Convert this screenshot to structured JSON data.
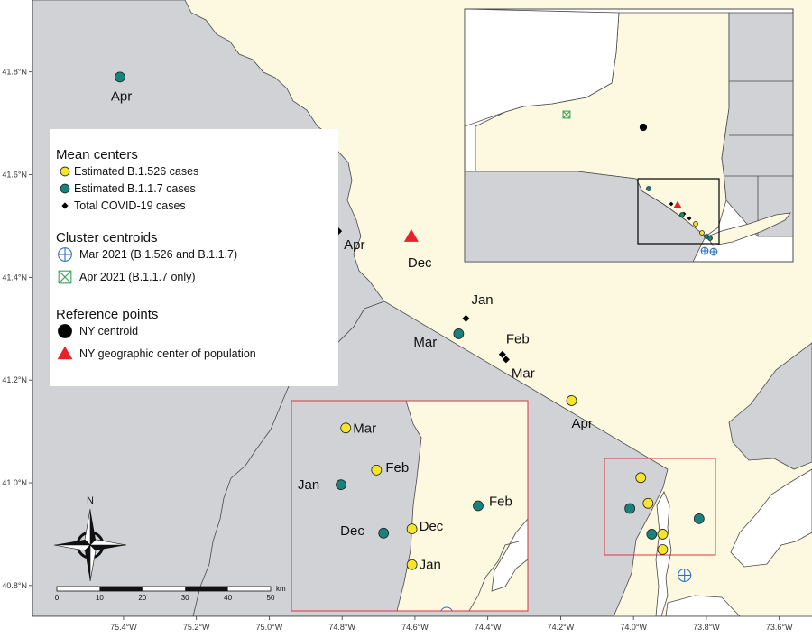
{
  "map": {
    "lon_range": [
      -75.65,
      -73.51
    ],
    "lat_range": [
      40.74,
      41.94
    ],
    "lat_ticks": [
      "41.8°N",
      "41.6°N",
      "41.4°N",
      "41.2°N",
      "41.0°N",
      "40.8°N"
    ],
    "lon_ticks": [
      "75.4°W",
      "75.2°W",
      "75.0°W",
      "74.8°W",
      "74.6°W",
      "74.4°W",
      "74.2°W",
      "74.0°W",
      "73.8°W",
      "73.6°W"
    ],
    "colors": {
      "ny_land": "#fdf9e0",
      "other_land": "#d1d2d6",
      "outline": "#4a4a4a",
      "b1526": "#f6e52a",
      "b117": "#17837c",
      "total": "#000000",
      "cluster_mar": "#2f71c2",
      "cluster_apr": "#3aa35c",
      "ny_centroid": "#000000",
      "pop_center": "#e8222a",
      "zoom_box": "#d9363e"
    }
  },
  "points": [
    {
      "series": "b117",
      "lon": -75.41,
      "lat": 41.79,
      "label": "Apr"
    },
    {
      "series": "total",
      "lon": -74.81,
      "lat": 41.49,
      "label": "Apr"
    },
    {
      "series": "total",
      "lon": -74.61,
      "lat": 41.48,
      "label": "Dec"
    },
    {
      "series": "popcenter",
      "lon": -74.61,
      "lat": 41.48,
      "label": ""
    },
    {
      "series": "total",
      "lon": -74.46,
      "lat": 41.32,
      "label": "Jan"
    },
    {
      "series": "b117",
      "lon": -74.48,
      "lat": 41.29,
      "label": "Mar"
    },
    {
      "series": "total",
      "lon": -74.36,
      "lat": 41.25,
      "label": "Feb"
    },
    {
      "series": "total",
      "lon": -74.35,
      "lat": 41.24,
      "label": "Mar"
    },
    {
      "series": "b1526",
      "lon": -74.17,
      "lat": 41.16,
      "label": "Apr"
    },
    {
      "series": "b1526",
      "lon": -73.98,
      "lat": 41.01,
      "label": ""
    },
    {
      "series": "b1526",
      "lon": -73.96,
      "lat": 40.96,
      "label": ""
    },
    {
      "series": "b117",
      "lon": -74.01,
      "lat": 40.95,
      "label": ""
    },
    {
      "series": "b117",
      "lon": -73.82,
      "lat": 40.93,
      "label": ""
    },
    {
      "series": "b117",
      "lon": -73.95,
      "lat": 40.9,
      "label": ""
    },
    {
      "series": "b1526",
      "lon": -73.92,
      "lat": 40.9,
      "label": ""
    },
    {
      "series": "b1526",
      "lon": -73.92,
      "lat": 40.87,
      "label": ""
    },
    {
      "series": "cluster_mar",
      "lon": -73.86,
      "lat": 40.82,
      "label": ""
    }
  ],
  "zoom_points": [
    {
      "series": "b1526",
      "fx": 0.23,
      "fy": 0.13,
      "label": "Mar"
    },
    {
      "series": "b117",
      "fx": 0.21,
      "fy": 0.4,
      "label": "Jan"
    },
    {
      "series": "b1526",
      "fx": 0.36,
      "fy": 0.33,
      "label": "Feb"
    },
    {
      "series": "b117",
      "fx": 0.79,
      "fy": 0.5,
      "label": "Feb"
    },
    {
      "series": "b117",
      "fx": 0.39,
      "fy": 0.63,
      "label": "Dec"
    },
    {
      "series": "b1526",
      "fx": 0.51,
      "fy": 0.61,
      "label": "Dec"
    },
    {
      "series": "b1526",
      "fx": 0.51,
      "fy": 0.78,
      "label": "Jan"
    }
  ],
  "legend": {
    "groups": [
      {
        "title": "Mean centers",
        "items": [
          {
            "symbol": "b1526",
            "label": "Estimated B.1.526 cases"
          },
          {
            "symbol": "b117",
            "label": "Estimated B.1.1.7 cases"
          },
          {
            "symbol": "total",
            "label": "Total COVID-19 cases"
          }
        ]
      },
      {
        "title": "Cluster centroids",
        "items": [
          {
            "symbol": "cluster_mar",
            "label": "Mar 2021 (B.1.526 and B.1.1.7)"
          },
          {
            "symbol": "cluster_apr",
            "label": "Apr 2021 (B.1.1.7 only)"
          }
        ]
      },
      {
        "title": "Reference points",
        "items": [
          {
            "symbol": "nycentroid",
            "label": "NY centroid"
          },
          {
            "symbol": "popcenter",
            "label": "NY geographic center of population"
          }
        ]
      }
    ]
  },
  "compass": {
    "north_label": "N"
  },
  "scalebar": {
    "labels": [
      "0",
      "10",
      "20",
      "30",
      "40",
      "50"
    ],
    "unit": "km"
  }
}
